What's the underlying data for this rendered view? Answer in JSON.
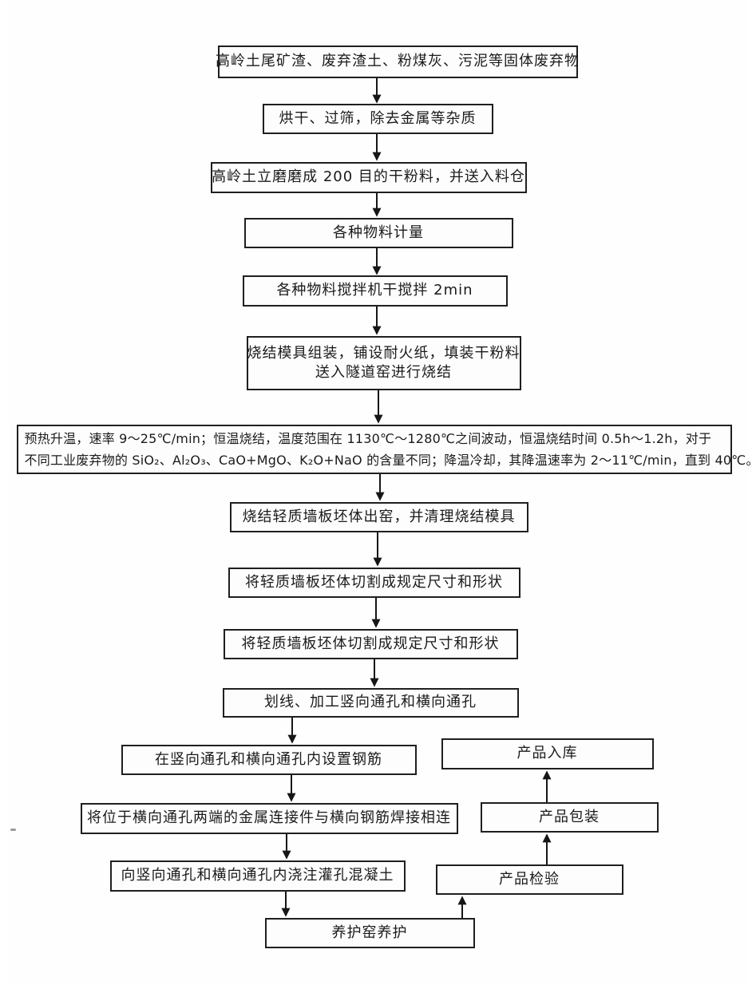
{
  "page": {
    "kind": "process-flowchart",
    "language": "zh-CN",
    "ink_color": "#1a1a1a",
    "background_color": "#fefefe"
  },
  "flowchart": {
    "steps": [
      {
        "id": "raw-materials",
        "label": "高岭土尾矿渣、废弃渣土、粉煤灰、污泥等固体废弃物"
      },
      {
        "id": "dry-sieve",
        "label": "烘干、过筛，除去金属等杂质"
      },
      {
        "id": "grinding",
        "label": "高岭土立磨磨成 200 目的干粉料，并送入料仓"
      },
      {
        "id": "metering",
        "label": "各种物料计量"
      },
      {
        "id": "dry-mixing",
        "label": "各种物料搅拌机干搅拌 2min"
      },
      {
        "id": "mold-assembly",
        "lines": [
          "烧结模具组装，铺设耐火纸，填装干粉料",
          "送入隧道窑进行烧结"
        ]
      },
      {
        "id": "sintering",
        "lines": [
          "预热升温，速率 9～25℃/min；恒温烧结，温度范围在 1130℃～1280℃之间波动，恒温烧结时间 0.5h～1.2h，对于",
          "不同工业废弃物的 SiO₂、Al₂O₃、CaO+MgO、K₂O+NaO 的含量不同；降温冷却，其降温速率为 2～11℃/min，直到 40℃。"
        ]
      },
      {
        "id": "kiln-exit",
        "label": "烧结轻质墙板坯体出窑，并清理烧结模具"
      },
      {
        "id": "cutting-1",
        "label": "将轻质墙板坯体切割成规定尺寸和形状"
      },
      {
        "id": "cutting-2",
        "label": "将轻质墙板坯体切割成规定尺寸和形状"
      },
      {
        "id": "scribing-holes",
        "label": "划线、加工竖向通孔和横向通孔"
      },
      {
        "id": "rebar-placement",
        "label": "在竖向通孔和横向通孔内设置钢筋"
      },
      {
        "id": "welding",
        "label": "将位于横向通孔两端的金属连接件与横向钢筋焊接相连"
      },
      {
        "id": "grouting",
        "label": "向竖向通孔和横向通孔内浇注灌孔混凝土"
      },
      {
        "id": "curing",
        "label": "养护窑养护"
      },
      {
        "id": "inspection",
        "label": "产品检验"
      },
      {
        "id": "packaging",
        "label": "产品包装"
      },
      {
        "id": "warehousing",
        "label": "产品入库"
      }
    ]
  }
}
